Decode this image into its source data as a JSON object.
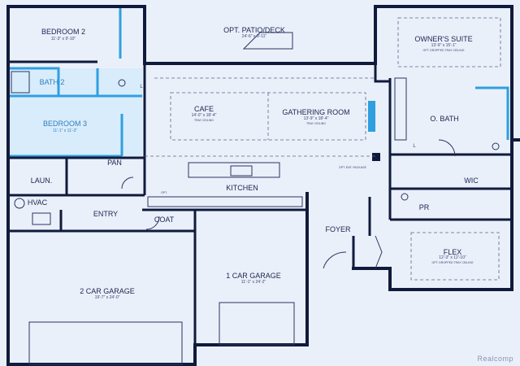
{
  "rooms": {
    "bedroom2": {
      "name": "BEDROOM 2",
      "dim": "11'-3\" x 9'-10\""
    },
    "patio": {
      "name": "OPT. PATIO/DECK",
      "dim": "24'-6\" x 9'-11\""
    },
    "owners_suite": {
      "name": "OWNER'S SUITE",
      "dim": "13'-9\" x 15'-1\"",
      "note": "OPT. DROPPED TRAY CEILING"
    },
    "bath2": {
      "name": "BATH 2"
    },
    "bedroom3": {
      "name": "BEDROOM 3",
      "dim": "11'-1\" x 11'-3\""
    },
    "cafe": {
      "name": "CAFE",
      "dim": "14'-0\" x 18'-4\"",
      "note": "TRAY CEILING"
    },
    "gathering": {
      "name": "GATHERING ROOM",
      "dim": "13'-9\" x 18'-4\"",
      "note": "TRAY CEILING"
    },
    "obath": {
      "name": "O. BATH"
    },
    "pan": {
      "name": "PAN"
    },
    "laun": {
      "name": "LAUN."
    },
    "opt_ent": {
      "name": "OPT. ENT. PACKAGE"
    },
    "wic": {
      "name": "WIC"
    },
    "hvac": {
      "name": "HVAC"
    },
    "kitchen": {
      "name": "KITCHEN"
    },
    "opt_small": {
      "name": "OPT."
    },
    "pr": {
      "name": "PR"
    },
    "entry": {
      "name": "ENTRY"
    },
    "coat": {
      "name": "COAT"
    },
    "foyer": {
      "name": "FOYER"
    },
    "flex": {
      "name": "FLEX",
      "dim": "12'-3\" x 12'-10\"",
      "note": "OPT. DROPPED TRAY CEILING"
    },
    "garage1": {
      "name": "1 CAR GARAGE",
      "dim": "11'-1\" x 24'-2\""
    },
    "garage2": {
      "name": "2 CAR GARAGE",
      "dim": "19'-7\" x 24'-0\""
    }
  },
  "small_labels": {
    "l1": "L",
    "l2": "L"
  },
  "watermark": "Realcomp",
  "colors": {
    "background": "#eaf0fa",
    "wall": "#101a3c",
    "accent_blue": "#2f9fe0"
  }
}
